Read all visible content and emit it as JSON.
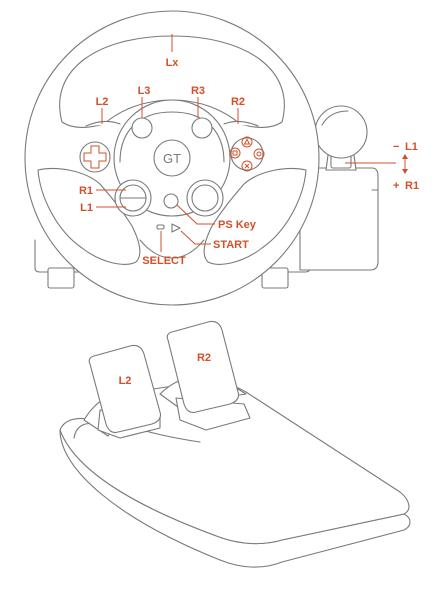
{
  "wheel": {
    "center_text": "GT",
    "labels": {
      "lx": "Lx",
      "l2": "L2",
      "r2": "R2",
      "l3": "L3",
      "r3": "R3",
      "r1": "R1",
      "l1": "L1",
      "ps_key": "PS Key",
      "start": "START",
      "select": "SELECT"
    }
  },
  "shifter": {
    "minus": "−",
    "plus": "+",
    "l1": "L1",
    "r1": "R1"
  },
  "pedals": {
    "left": "L2",
    "right": "R2"
  },
  "colors": {
    "label": "#d2502a",
    "line": "#7a7a7a"
  }
}
